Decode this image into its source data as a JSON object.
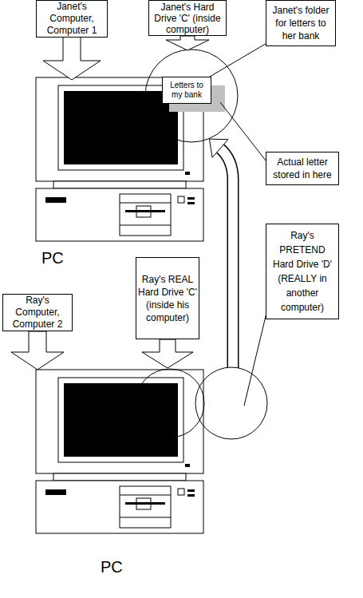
{
  "diagram": {
    "nodes": [
      {
        "text": [
          "Janet's Computer, Computer 1"
        ]
      },
      {
        "text": [
          "Janet's Hard Drive 'C' (inside computer)"
        ]
      },
      {
        "text": [
          "Janet's folder for letters to her bank"
        ]
      },
      {
        "text": [
          "Letters to my bank"
        ]
      },
      {
        "text": [
          "Actual letter stored in here"
        ]
      },
      {
        "text": [
          "Ray's PRETEND Hard Drive 'D' (REALLY in another computer)"
        ]
      },
      {
        "text": [
          "Ray's REAL Hard Drive 'C' (inside his computer)"
        ]
      },
      {
        "text": [
          "Ray's Computer, Computer 2"
        ]
      }
    ],
    "edges": [
      {
        "from": 2,
        "to": 3,
        "arrow": "none"
      }
    ],
    "labels": [
      "PC",
      "PC"
    ]
  }
}
